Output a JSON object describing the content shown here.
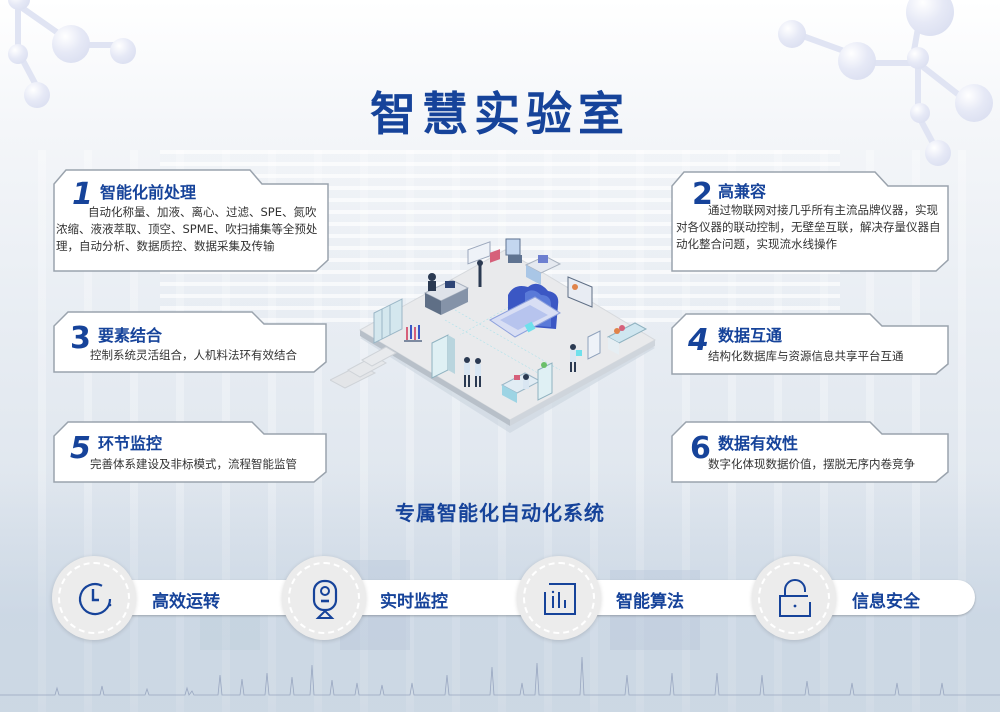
{
  "page": {
    "title": "智慧实验室",
    "subtitle": "专属智能化自动化系统"
  },
  "cards": [
    {
      "number": "1",
      "title": "智能化前处理",
      "description": "自动化称量、加液、离心、过滤、SPE、氮吹浓缩、液液萃取、顶空、SPME、吹扫捕集等全预处理，自动分析、数据质控、数据采集及传输"
    },
    {
      "number": "2",
      "title": "高兼容",
      "description": "通过物联网对接几乎所有主流品牌仪器，实现对各仪器的联动控制，无壁垒互联，解决存量仪器自动化整合问题，实现流水线操作"
    },
    {
      "number": "3",
      "title": "要素结合",
      "description": "控制系统灵活组合，人机料法环有效结合"
    },
    {
      "number": "4",
      "title": "数据互通",
      "description": "结构化数据库与资源信息共享平台互通"
    },
    {
      "number": "5",
      "title": "环节监控",
      "description": "完善体系建设及非标模式，流程智能监管"
    },
    {
      "number": "6",
      "title": "数据有效性",
      "description": "数字化体现数据价值，摆脱无序内卷竞争"
    }
  ],
  "features": [
    {
      "label": "高效运转",
      "icon": "clock-icon"
    },
    {
      "label": "实时监控",
      "icon": "camera-icon"
    },
    {
      "label": "智能算法",
      "icon": "bar-chart-icon"
    },
    {
      "label": "信息安全",
      "icon": "lock-icon"
    }
  ],
  "colors": {
    "primary": "#16439a",
    "text": "#333333",
    "card_bg": "#ffffff",
    "badge_bg": "#ececec"
  }
}
